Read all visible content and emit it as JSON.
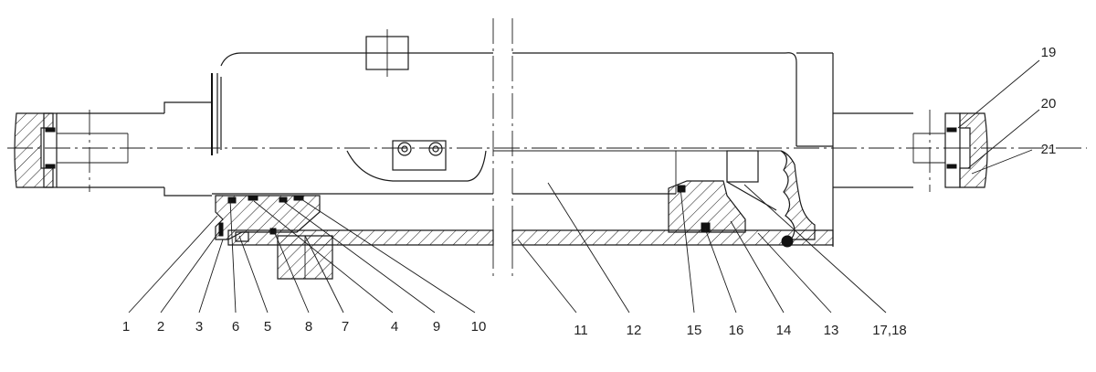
{
  "labels": {
    "l1": "1",
    "l2": "2",
    "l3": "3",
    "l6": "6",
    "l5": "5",
    "l8": "8",
    "l7": "7",
    "l4": "4",
    "l9": "9",
    "l10": "10",
    "l11": "11",
    "l12": "12",
    "l15": "15",
    "l16": "16",
    "l14": "14",
    "l13": "13",
    "l17_18": "17,18",
    "l19": "19",
    "l20": "20",
    "l21": "21"
  }
}
